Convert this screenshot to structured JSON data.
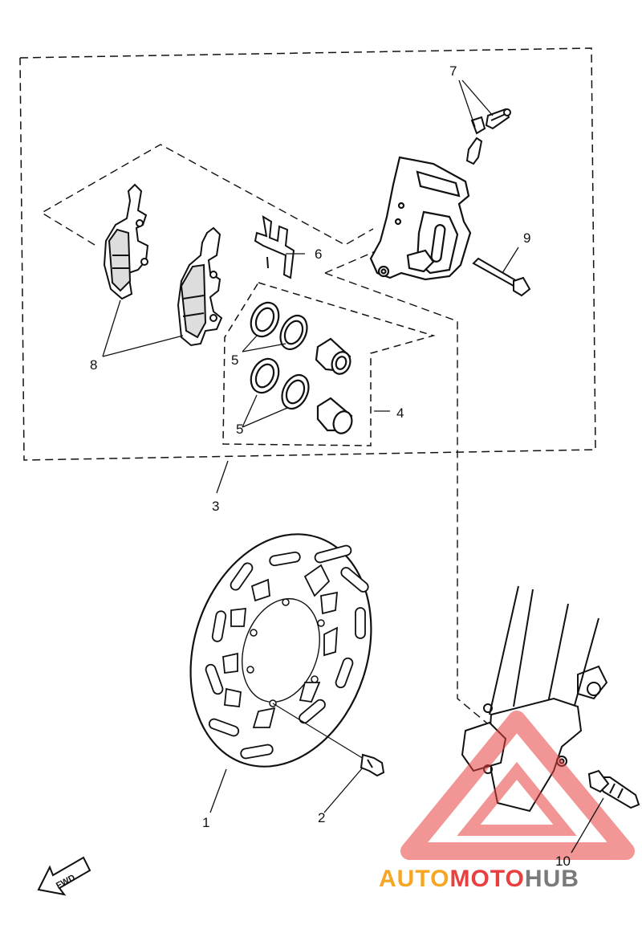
{
  "diagram": {
    "callouts": {
      "c1": "1",
      "c2": "2",
      "c3": "3",
      "c4": "4",
      "c5a": "5",
      "c5b": "5",
      "c6": "6",
      "c7": "7",
      "c8": "8",
      "c9": "9",
      "c10": "10"
    },
    "fwd_label": "FWD",
    "watermark": {
      "part1": "AUTO",
      "part2": "MOTO",
      "part3": "HUB",
      "color_orange": "#f5a623",
      "color_red": "#e84040",
      "color_gray": "#7a7a7a"
    }
  }
}
